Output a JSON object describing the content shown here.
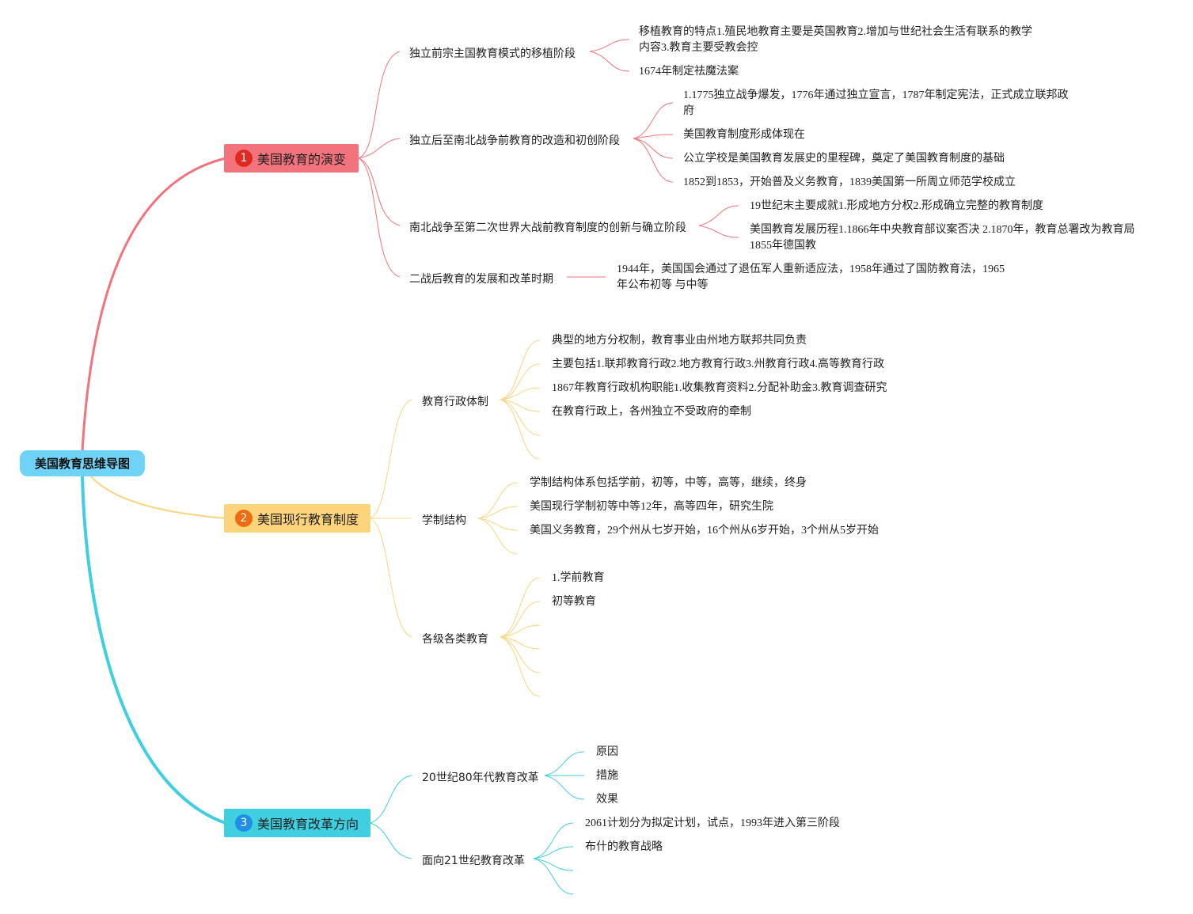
{
  "root": {
    "label": "美国教育思维导图"
  },
  "branches": [
    {
      "index": "1",
      "label": "美国教育的演变",
      "color": "#f2737b",
      "badge_color": "#e02a1f",
      "subs": [
        {
          "label": "独立前宗主国教育模式的移植阶段",
          "leaves": [
            "移植教育的特点1.殖民地教育主要是英国教育2.增加与世纪社会生活有联系的教学内容3.教育主要受教会控",
            "1674年制定祛魔法案"
          ]
        },
        {
          "label": "独立后至南北战争前教育的改造和初创阶段",
          "leaves": [
            "1.1775独立战争爆发，1776年通过独立宣言，1787年制定宪法，正式成立联邦政府",
            "美国教育制度形成体现在",
            "公立学校是美国教育发展史的里程碑，奠定了美国教育制度的基础",
            "1852到1853，开始普及义务教育，1839美国第一所周立师范学校成立"
          ]
        },
        {
          "label": "南北战争至第二次世界大战前教育制度的创新与确立阶段",
          "leaves": [
            "19世纪末主要成就1.形成地方分权2.形成确立完整的教育制度",
            "美国教育发展历程1.1866年中央教育部议案否决 2.1870年，教育总署改为教育局1855年德国教"
          ]
        },
        {
          "label": "二战后教育的发展和改革时期",
          "leaves": [
            "1944年，美国国会通过了退伍军人重新适应法，1958年通过了国防教育法，1965年公布初等 与中等"
          ]
        }
      ]
    },
    {
      "index": "2",
      "label": "美国现行教育制度",
      "color": "#fbd47c",
      "badge_color": "#ef6b0f",
      "subs": [
        {
          "label": "教育行政体制",
          "leaves": [
            "典型的地方分权制，教育事业由州地方联邦共同负责",
            "主要包括1.联邦教育行政2.地方教育行政3.州教育行政4.高等教育行政",
            "1867年教育行政机构职能1.收集教育资料2.分配补助金3.教育调查研究",
            "在教育行政上，各州独立不受政府的牵制",
            "",
            ""
          ]
        },
        {
          "label": "学制结构",
          "leaves": [
            "学制结构体系包括学前，初等，中等，高等，继续，终身",
            "美国现行学制初等中等12年，高等四年，研究生院",
            "美国义务教育，29个州从七岁开始，16个州从6岁开始，3个州从5岁开始",
            ""
          ]
        },
        {
          "label": "各级各类教育",
          "leaves": [
            "1.学前教育",
            "初等教育",
            "",
            "",
            "",
            ""
          ]
        }
      ]
    },
    {
      "index": "3",
      "label": "美国教育改革方向",
      "color": "#3fcfe1",
      "badge_color": "#1f8fe8",
      "subs": [
        {
          "label": "20世纪80年代教育改革",
          "leaves": [
            "原因",
            "措施",
            "效果"
          ]
        },
        {
          "label": "面向21世纪教育改革",
          "leaves": [
            "2061计划分为拟定计划，试点，1993年进入第三阶段",
            "布什的教育战略",
            "",
            ""
          ]
        }
      ]
    }
  ]
}
